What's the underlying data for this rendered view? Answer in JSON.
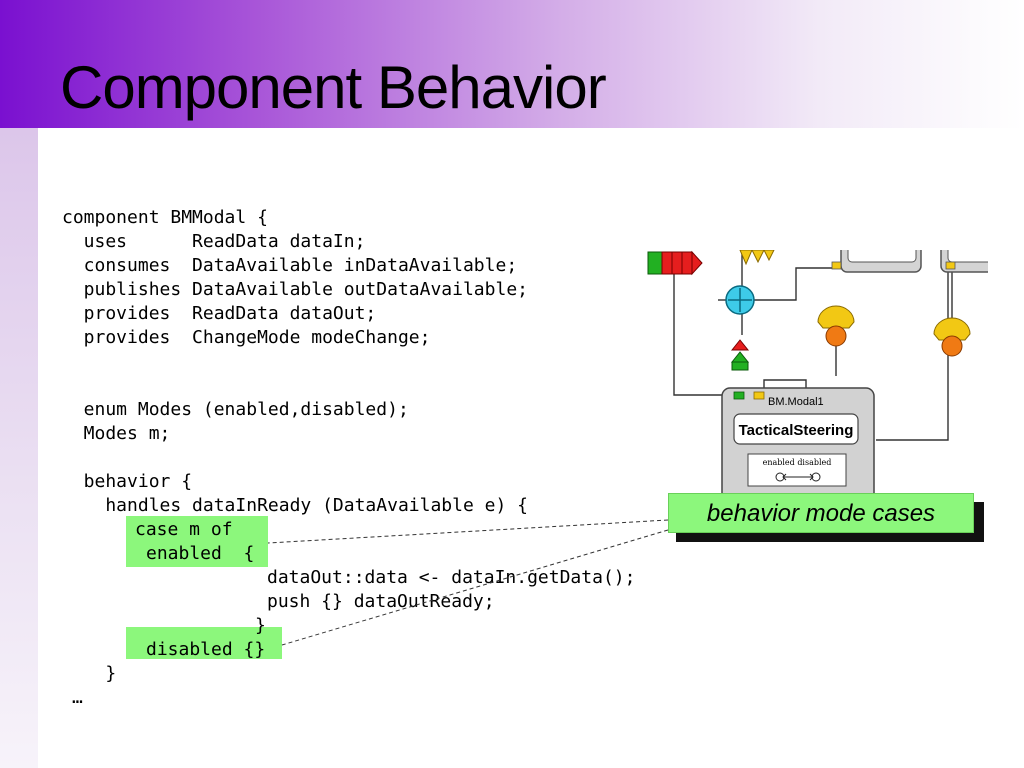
{
  "slide": {
    "title": "Component Behavior"
  },
  "code": {
    "lines": [
      "component BMModal {",
      "  uses      ReadData dataIn;",
      "  consumes  DataAvailable inDataAvailable;",
      "  publishes DataAvailable outDataAvailable;",
      "  provides  ReadData dataOut;",
      "  provides  ChangeMode modeChange;",
      "  enum Modes (enabled,disabled);",
      "  Modes m;",
      "  behavior {",
      "    handles dataInReady (DataAvailable e) {",
      "case m of",
      "enabled  {",
      "dataOut::data <- dataIn.getData();",
      "push {} dataOutReady;",
      "}",
      "disabled {}",
      "    }",
      "…"
    ]
  },
  "diagram": {
    "component_instance": "BM.Modal1",
    "component_type": "TacticalSteering",
    "modes_label": "enabled disabled"
  },
  "callout": {
    "label": "behavior mode cases"
  },
  "colors": {
    "highlight": "#8cf77c",
    "accent": "#7a10d0"
  }
}
